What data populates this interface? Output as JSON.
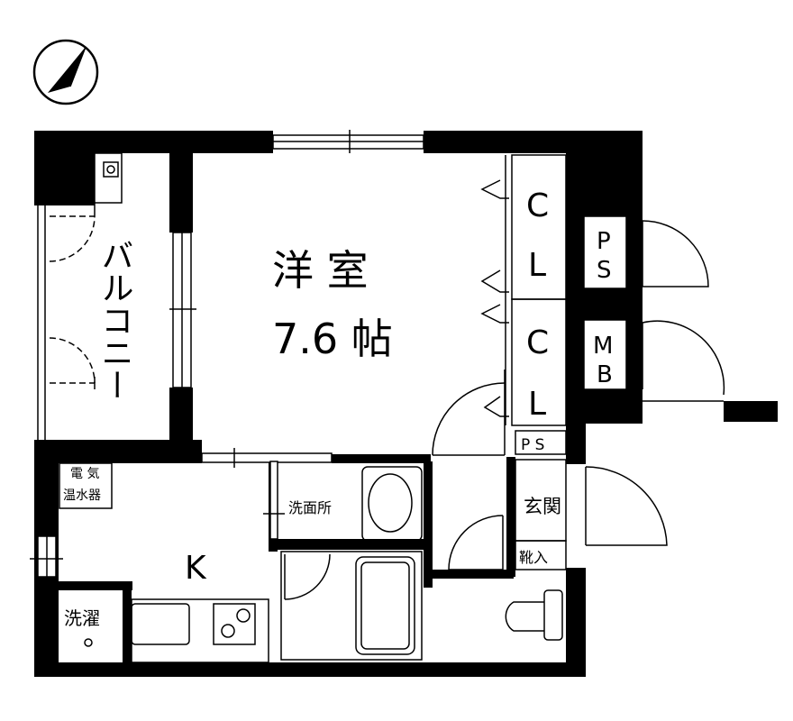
{
  "rooms": {
    "western_room": {
      "name": "洋 室",
      "size": "7.6 帖"
    },
    "balcony": "バルコニー",
    "kitchen": "K",
    "washroom": "洗面所",
    "entrance": "玄関",
    "shoe_storage": "靴入",
    "laundry": "洗濯",
    "water_heater": [
      "電 気",
      "温水器"
    ]
  },
  "closets": {
    "closet_upper": [
      "C",
      "L"
    ],
    "closet_lower": [
      "C",
      "L"
    ]
  },
  "shafts": {
    "ps_outer": [
      "P",
      "S"
    ],
    "mb": [
      "M",
      "B"
    ],
    "ps_inner": "P S"
  }
}
